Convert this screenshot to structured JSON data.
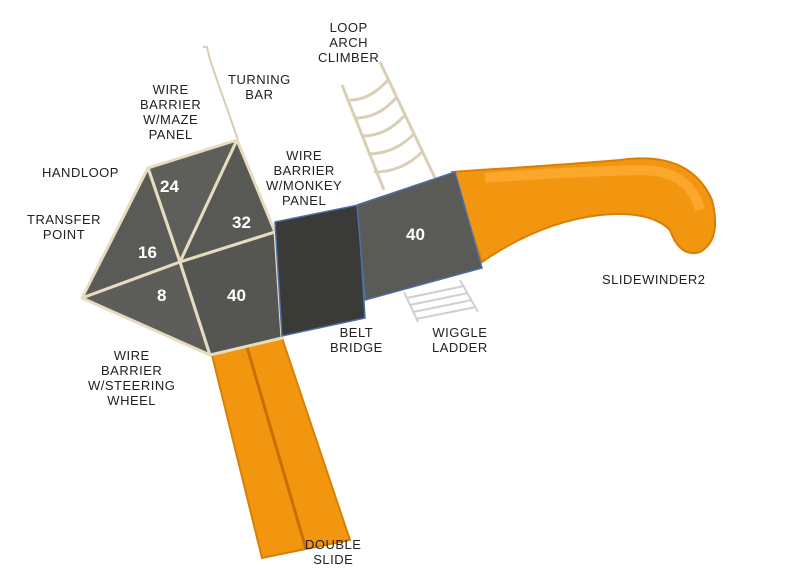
{
  "title": "Playset layout diagram",
  "colors": {
    "deck": "#5a5b58",
    "deck_dark": "#3a3a39",
    "slide": "#f2960f",
    "trim": "#e8dcc0"
  },
  "labels": {
    "loop_arch_climber": [
      "LOOP",
      "ARCH",
      "CLIMBER"
    ],
    "turning_bar": [
      "TURNING",
      "BAR"
    ],
    "wire_barrier_maze": [
      "WIRE",
      "BARRIER",
      "W/MAZE",
      "PANEL"
    ],
    "handloop": [
      "HANDLOOP"
    ],
    "wire_barrier_monkey": [
      "WIRE",
      "BARRIER",
      "W/MONKEY",
      "PANEL"
    ],
    "transfer_point": [
      "TRANSFER",
      "POINT"
    ],
    "slidewinder": [
      "SLIDEWINDER2"
    ],
    "wiggle_ladder": [
      "WIGGLE",
      "LADDER"
    ],
    "belt_bridge": [
      "BELT",
      "BRIDGE"
    ],
    "wire_barrier_steering": [
      "WIRE",
      "BARRIER",
      "W/STEERING",
      "WHEEL"
    ],
    "double_slide": [
      "DOUBLE",
      "SLIDE"
    ]
  },
  "decks": {
    "d24": "24",
    "d32": "32",
    "d16": "16",
    "d8": "8",
    "d40a": "40",
    "d40b": "40"
  }
}
